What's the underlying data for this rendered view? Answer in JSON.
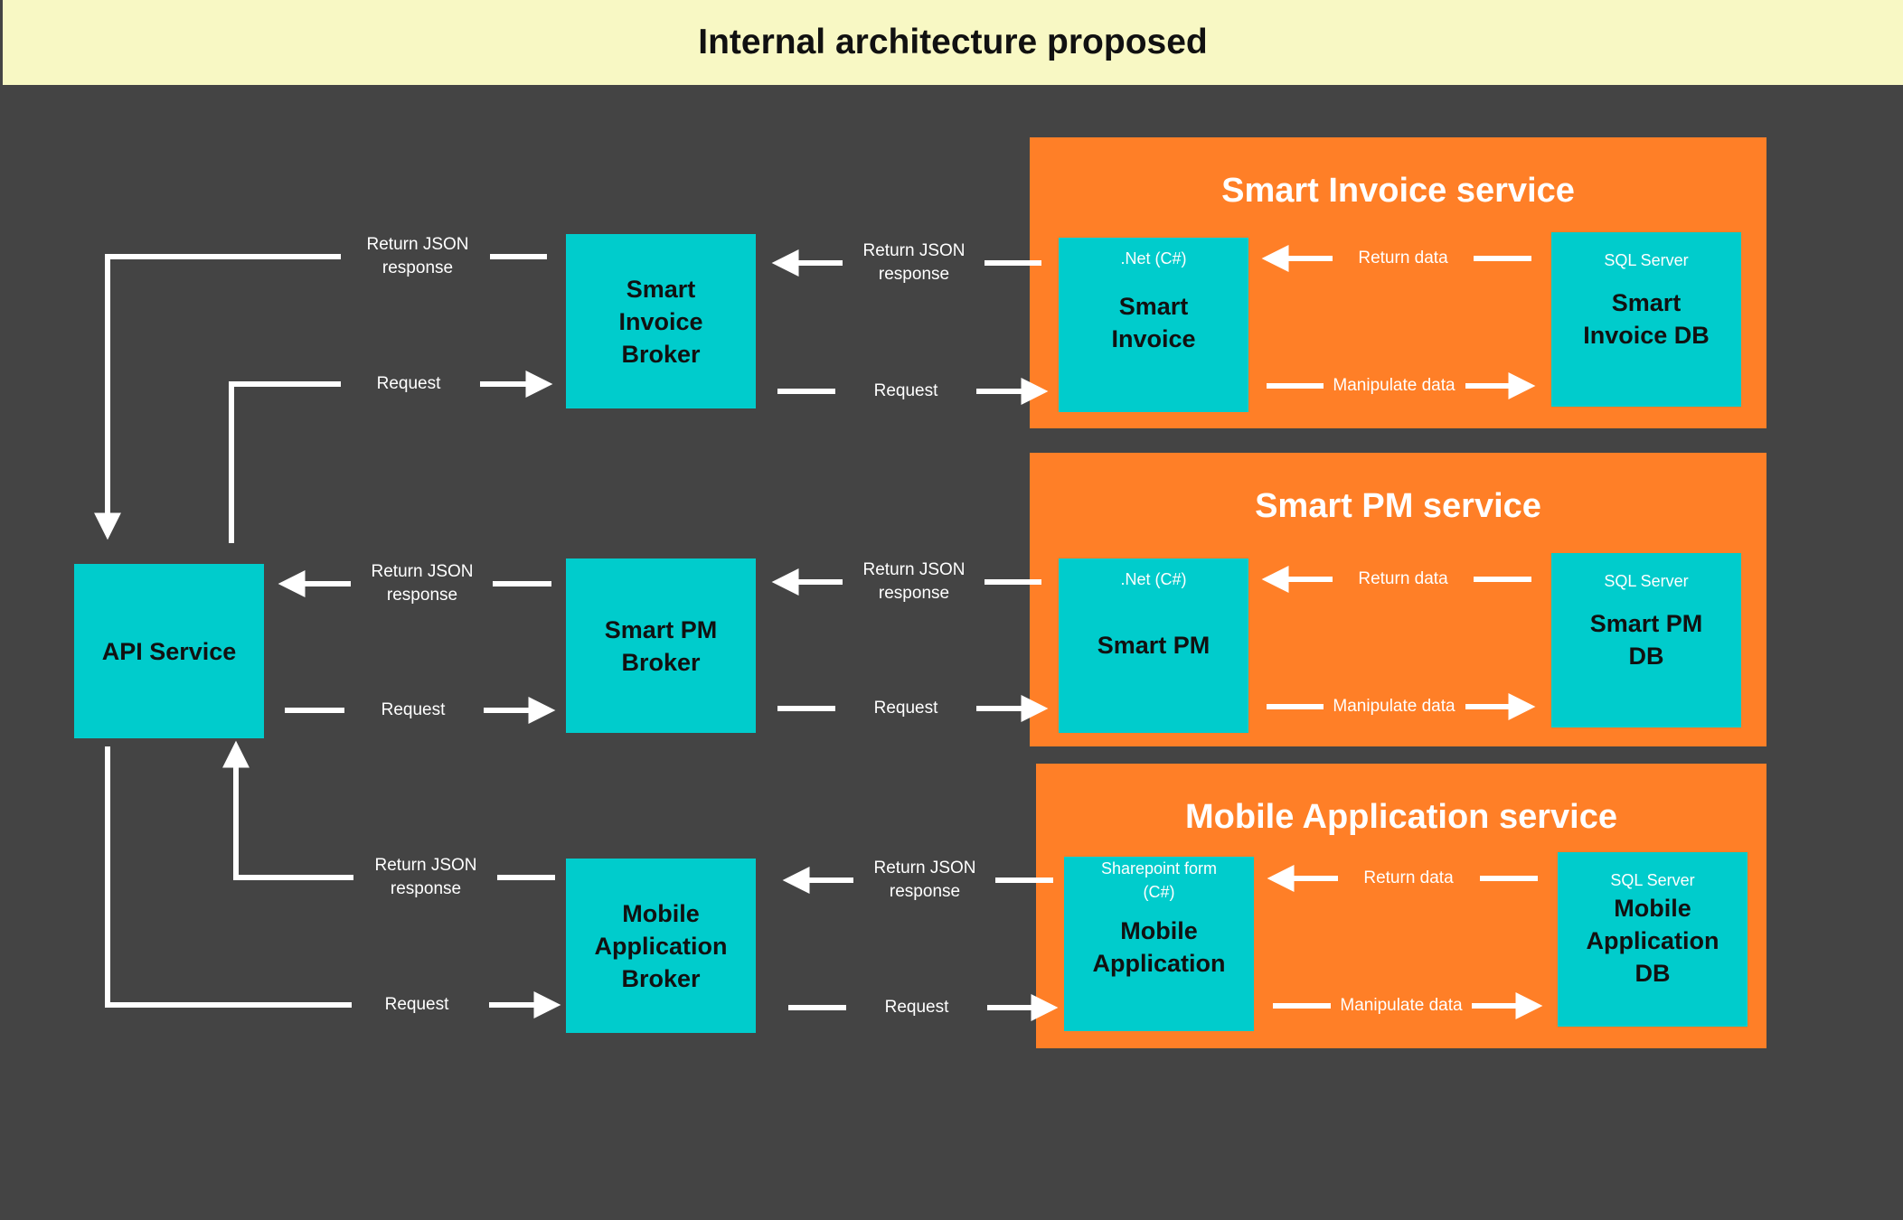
{
  "title": "Internal architecture proposed",
  "colors": {
    "background": "#444444",
    "header": "#f8f8c4",
    "service_container": "#ff7f27",
    "component": "#00cccc",
    "connector": "#ffffff"
  },
  "api": {
    "label": "API Service"
  },
  "brokers": [
    {
      "label": "Smart\nInvoice\nBroker"
    },
    {
      "label": "Smart PM\nBroker"
    },
    {
      "label": "Mobile\nApplication\nBroker"
    }
  ],
  "services": [
    {
      "title": "Smart Invoice service",
      "app": {
        "tech": ".Net (C#)",
        "label": "Smart\nInvoice"
      },
      "db": {
        "tech": "SQL Server",
        "label": "Smart\nInvoice DB"
      }
    },
    {
      "title": "Smart PM service",
      "app": {
        "tech": ".Net (C#)",
        "label": "Smart PM"
      },
      "db": {
        "tech": "SQL Server",
        "label": "Smart PM\nDB"
      }
    },
    {
      "title": "Mobile Application service",
      "app": {
        "tech": "Sharepoint form\n(C#)",
        "label": "Mobile\nApplication"
      },
      "db": {
        "tech": "SQL Server",
        "label": "Mobile\nApplication\nDB"
      }
    }
  ],
  "labels": {
    "return_json": "Return JSON\nresponse",
    "request": "Request",
    "return_data": "Return data",
    "manipulate_data": "Manipulate data"
  }
}
